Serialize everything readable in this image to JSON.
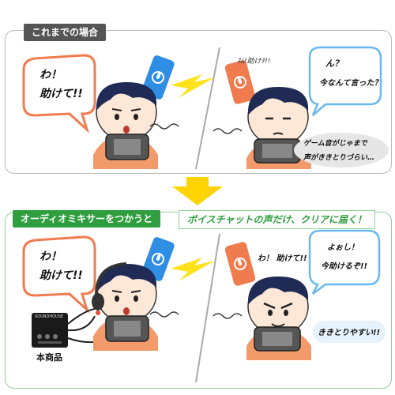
{
  "top": {
    "header": "これまでの場合",
    "left_shout_line1": "わ！",
    "left_shout_line2": "助けて!!",
    "garbled_voice": "ﾈﾑ!助けﾃ!!",
    "question_line1": "ん？",
    "question_line2": "今なんて言った？",
    "complaint_line1": "ゲーム音がじゃまで",
    "complaint_line2": "声がききとりづらい…"
  },
  "bottom": {
    "header": "オーディオミキサーをつかうと",
    "result": "ボイスチャットの声だけ、クリアに届く！",
    "left_shout_line1": "わ！",
    "left_shout_line2": "助けて!!",
    "clear_voice": "わ！ 助けて!!",
    "reply_line1": "よぉし！",
    "reply_line2": "今助けるぞ!!",
    "easy_to_hear": "ききとりやすい!!",
    "product_label": "本商品",
    "device_brand": "SOUNDHOUSE"
  },
  "colors": {
    "phone_blue": "#2f8de4",
    "phone_orange": "#f07b4e",
    "bolt_yellow": "#ffe21a",
    "arrow_yellow": "#ffd400",
    "shirt_orange": "#f29a6a",
    "hair_navy": "#1f2a55",
    "green": "#2e9e3e"
  }
}
